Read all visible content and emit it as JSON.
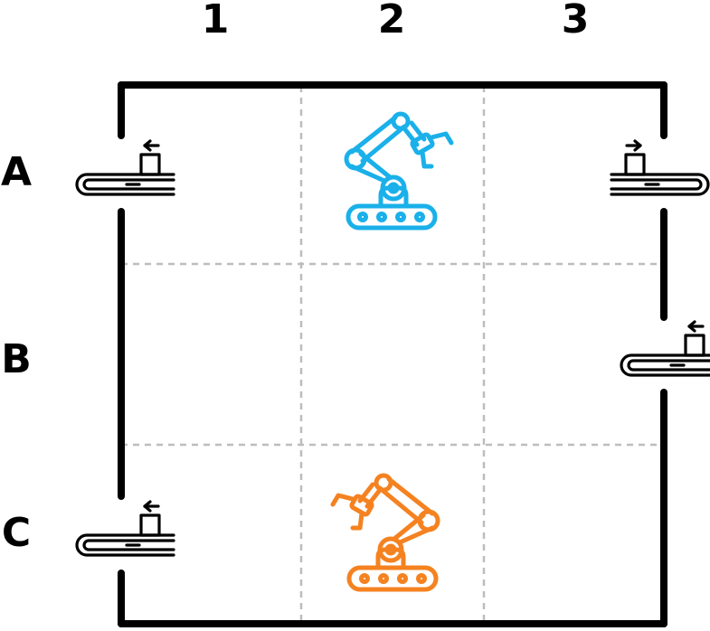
{
  "columns": [
    "1",
    "2",
    "3"
  ],
  "rows": [
    "A",
    "B",
    "C"
  ],
  "robots": [
    {
      "name": "blue-robot",
      "color": "#1ab0ea",
      "cell": "A2",
      "facing": "right"
    },
    {
      "name": "orange-robot",
      "color": "#f58220",
      "cell": "C2",
      "facing": "left"
    }
  ],
  "conveyors": [
    {
      "cell": "A1",
      "side": "left",
      "arrow": "left"
    },
    {
      "cell": "A3",
      "side": "right",
      "arrow": "right"
    },
    {
      "cell": "B3",
      "side": "right",
      "arrow": "left"
    },
    {
      "cell": "C1",
      "side": "left",
      "arrow": "left"
    }
  ],
  "icons": {
    "robot": "robotic-arm-icon",
    "conveyor": "conveyor-belt-icon"
  }
}
